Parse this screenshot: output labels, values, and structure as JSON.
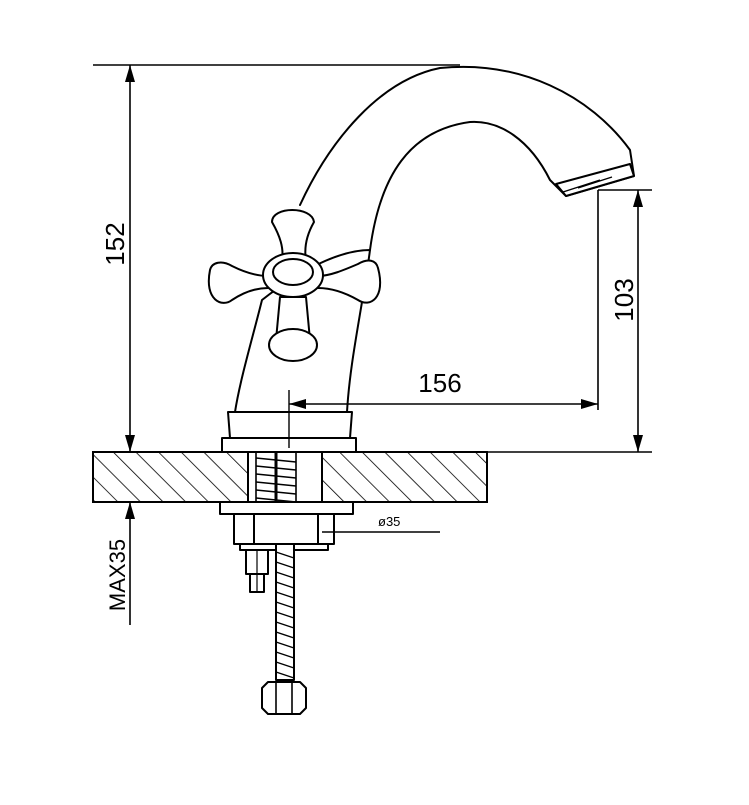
{
  "dimensions": {
    "total_height": "152",
    "spout_height": "103",
    "spout_reach": "156",
    "hole_diameter": "ø35",
    "max_counter_thickness": "MAX35"
  }
}
